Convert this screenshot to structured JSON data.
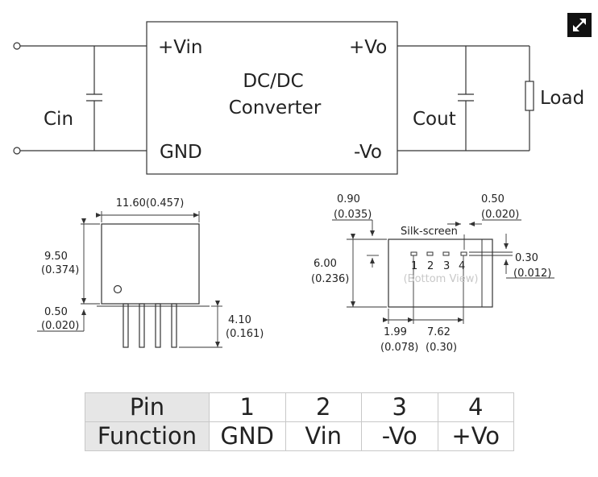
{
  "schematic": {
    "converter_line1": "DC/DC",
    "converter_line2": "Converter",
    "vin_plus": "+Vin",
    "gnd": "GND",
    "vo_plus": "+Vo",
    "vo_minus": "-Vo",
    "cin": "Cin",
    "cout": "Cout",
    "load": "Load"
  },
  "side_view": {
    "width_dim": "11.60(0.457)",
    "height_dim": "9.50",
    "height_dim_in": "(0.374)",
    "standoff_dim": "0.50",
    "standoff_dim_in": "(0.020)",
    "pin_len_dim": "4.10",
    "pin_len_dim_in": "(0.161)"
  },
  "bottom_view": {
    "pin_width_dim": "0.90",
    "pin_width_dim_in": "(0.035)",
    "right_gap_dim": "0.50",
    "right_gap_dim_in": "(0.020)",
    "silk_label": "Silk-screen",
    "pin_labels": [
      "1",
      "2",
      "3",
      "4"
    ],
    "view_label": "(Bottom View)",
    "height_dim": "6.00",
    "height_dim_in": "(0.236)",
    "pin_thick_dim": "0.30",
    "pin_thick_dim_in": "(0.012)",
    "first_pin_dim": "1.99",
    "first_pin_dim_in": "(0.078)",
    "pitch_dim": "7.62",
    "pitch_dim_in": "(0.30)"
  },
  "pin_table": {
    "header_pin": "Pin",
    "header_function": "Function",
    "columns": [
      {
        "pin": "1",
        "function": "GND"
      },
      {
        "pin": "2",
        "function": "Vin"
      },
      {
        "pin": "3",
        "function": "-Vo"
      },
      {
        "pin": "4",
        "function": "+Vo"
      }
    ]
  },
  "colors": {
    "line": "#333333",
    "text": "#222222",
    "watermark": "#c8c8c8",
    "table_header_bg": "#e6e6e6"
  },
  "icons": {
    "expand": "expand-arrows-icon"
  }
}
